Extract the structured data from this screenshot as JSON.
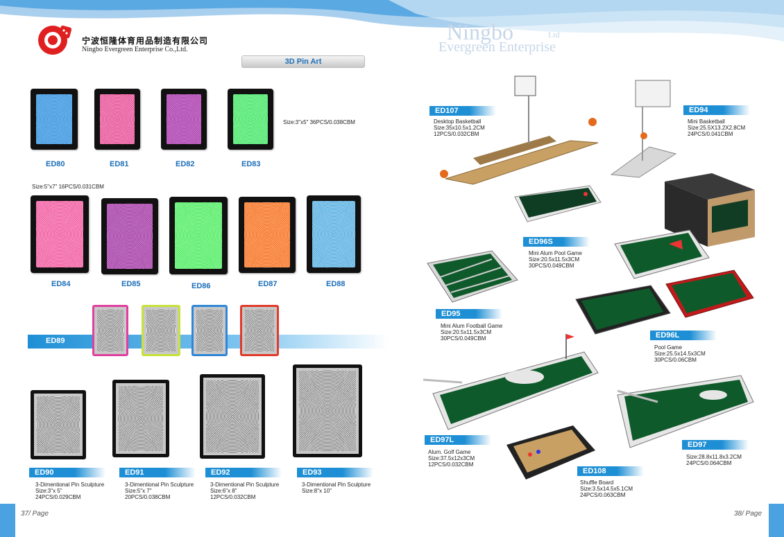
{
  "header": {
    "company_cn": "宁波恒隆体育用品制造有限公司",
    "company_en": "Ningbo Evergreen Enterprise Co.,Ltd.",
    "watermark_main": "Ningbo",
    "watermark_sub": "Evergreen Enterprise",
    "watermark_ltd": "Ltd",
    "section_title": "3D Pin Art"
  },
  "colors": {
    "accent": "#1e8fd5",
    "code_blue": "#1d6fb8"
  },
  "left": {
    "row1": {
      "size_note": "Size:3\"x5\"  36PCS/0.038CBM",
      "items": [
        {
          "code": "ED80",
          "color": "#3a8fd8"
        },
        {
          "code": "ED81",
          "color": "#e0448f"
        },
        {
          "code": "ED82",
          "color": "#a33ea6"
        },
        {
          "code": "ED83",
          "color": "#35e25a"
        }
      ]
    },
    "row2": {
      "size_note": "Size:5\"x7\"  16PCS/0.031CBM",
      "items": [
        {
          "code": "ED84",
          "color": "#ee4e9a"
        },
        {
          "code": "ED85",
          "color": "#9c3b9e"
        },
        {
          "code": "ED86",
          "color": "#3fea52"
        },
        {
          "code": "ED87",
          "color": "#f26a1c"
        },
        {
          "code": "ED88",
          "color": "#4aa8dc"
        }
      ]
    },
    "ed89": {
      "code": "ED89",
      "frame_colors": [
        "#e03fa0",
        "#c8e23a",
        "#2f86d8",
        "#e03a2a"
      ]
    },
    "row4": [
      {
        "code": "ED90",
        "name": "3-Dimentional Pin Sculpture",
        "size": "Size:3\"x 5\"",
        "pack": "24PCS/0.029CBM"
      },
      {
        "code": "ED91",
        "name": "3-Dimentional Pin Sculpture",
        "size": "Size:5\"x 7\"",
        "pack": "20PCS/0.038CBM"
      },
      {
        "code": "ED92",
        "name": "3-Dimentional Pin Sculpture",
        "size": "Size:6\"x 8\"",
        "pack": "12PCS/0.032CBM"
      },
      {
        "code": "ED93",
        "name": "3-Dimentional Pin Sculpture",
        "size": "Size:8\"x 10\"",
        "pack": ""
      }
    ],
    "page": "37/ Page"
  },
  "right": {
    "items": [
      {
        "code": "ED107",
        "name": "Desktop Basketball",
        "size": "Size:35x10.5x1.2CM",
        "pack": "12PCS/0.032CBM"
      },
      {
        "code": "ED94",
        "name": "Mini Basketball",
        "size": "Size:25.5X13.2X2.8CM",
        "pack": "24PCS/0.041CBM"
      },
      {
        "code": "ED96S",
        "name": "Mini Alum Pool Game",
        "size": "Size:20.5x11.5x3CM",
        "pack": "30PCS/0.049CBM"
      },
      {
        "code": "ED95",
        "name": "Mini Alum Football Game",
        "size": "Size:20.5x11.5x3CM",
        "pack": "30PCS/0.049CBM"
      },
      {
        "code": "ED96L",
        "name": "Pool Game",
        "size": "Size:25.5x14.5x3CM",
        "pack": "30PCS/0.06CBM"
      },
      {
        "code": "ED97L",
        "name": "Alum. Golf Game",
        "size": "Size:37.5x12x3CM",
        "pack": "12PCS/0.032CBM"
      },
      {
        "code": "ED97",
        "name": "",
        "size": "Size:28.8x11.8x3.2CM",
        "pack": "24PCS/0.064CBM"
      },
      {
        "code": "ED108",
        "name": "Shuffle Board",
        "size": "Size:3.5x14.5x5.1CM",
        "pack": "24PCS/0.063CBM"
      }
    ],
    "page": "38/ Page"
  }
}
